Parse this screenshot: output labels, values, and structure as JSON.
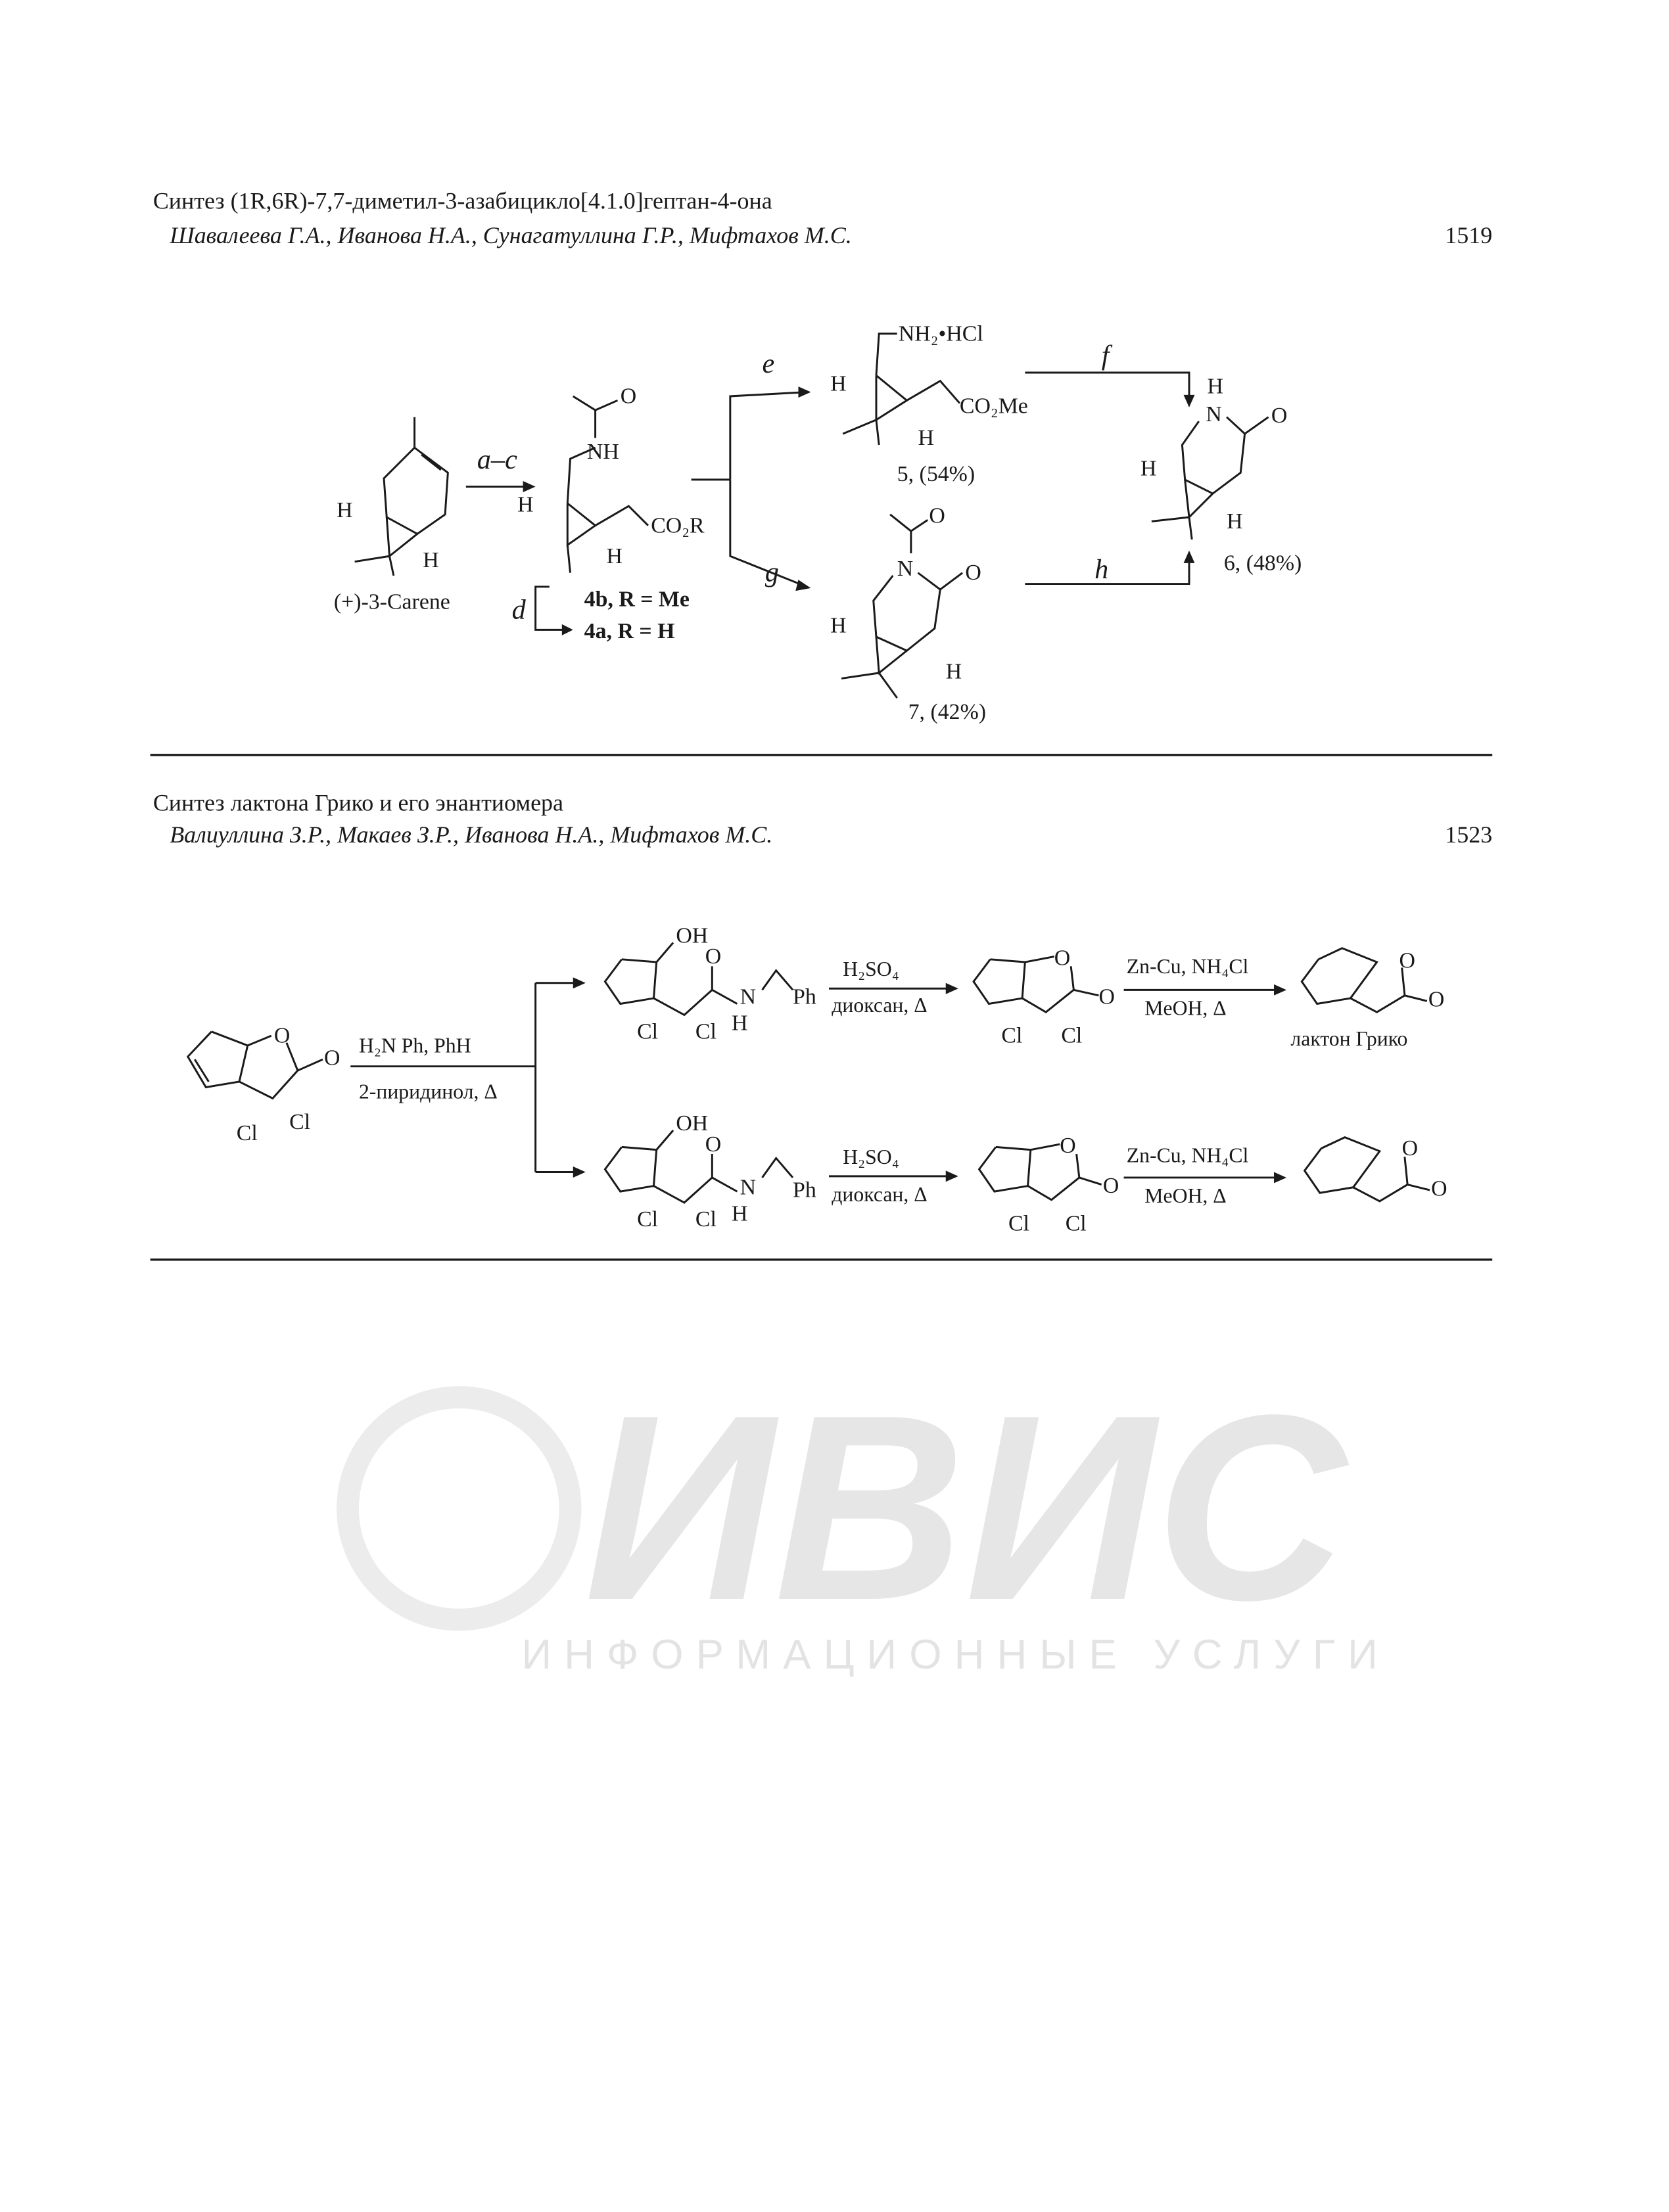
{
  "section1": {
    "title": "Синтез (1R,6R)-7,7-диметил-3-азабицикло[4.1.0]гептан-4-она",
    "authors": "Шавалеева Г.А., Иванова Н.А., Сунагатуллина Г.Р., Мифтахов М.С.",
    "page": "1519",
    "scheme": {
      "start_label": "(+)-3-Carene",
      "arrow_ac": "a–c",
      "arrow_d": "d",
      "arrow_e": "e",
      "arrow_f": "f",
      "arrow_g": "g",
      "arrow_h": "h",
      "c4b_label": "4b, R = Me",
      "c4a_label": "4a, R = H",
      "c5_label": "5, (54%)",
      "c6_label": "6, (48%)",
      "c7_label": "7, (42%)",
      "atoms": {
        "H": "H",
        "O": "O",
        "NH": "NH",
        "N": "N",
        "CO2R": "CO₂R",
        "CO2Me": "CO₂Me",
        "NH2HCl": "NH₂•HCl"
      }
    }
  },
  "section2": {
    "title": "Синтез лактона Грико и его энантиомера",
    "authors": "Валиуллина З.Р., Макаев З.Р., Иванова Н.А., Мифтахов М.С.",
    "page": "1523",
    "scheme": {
      "reagent1_top": "H₂N      Ph, PhH",
      "reagent1_bottom": "2-пиридинол, Δ",
      "reagent2_top": "H₂SO₄",
      "reagent2_bottom": "диоксан, Δ",
      "reagent3_top": "Zn-Cu, NH₄Cl",
      "reagent3_bottom": "MeOH, Δ",
      "product_label": "лактон Грико",
      "atoms": {
        "O": "O",
        "OH": "OH",
        "Cl": "Cl",
        "N": "N",
        "H": "H",
        "Ph": "Ph"
      }
    }
  },
  "watermark": {
    "logo": "ИВИС",
    "tagline": "ИНФОРМАЦИОННЫЕ УСЛУГИ"
  }
}
